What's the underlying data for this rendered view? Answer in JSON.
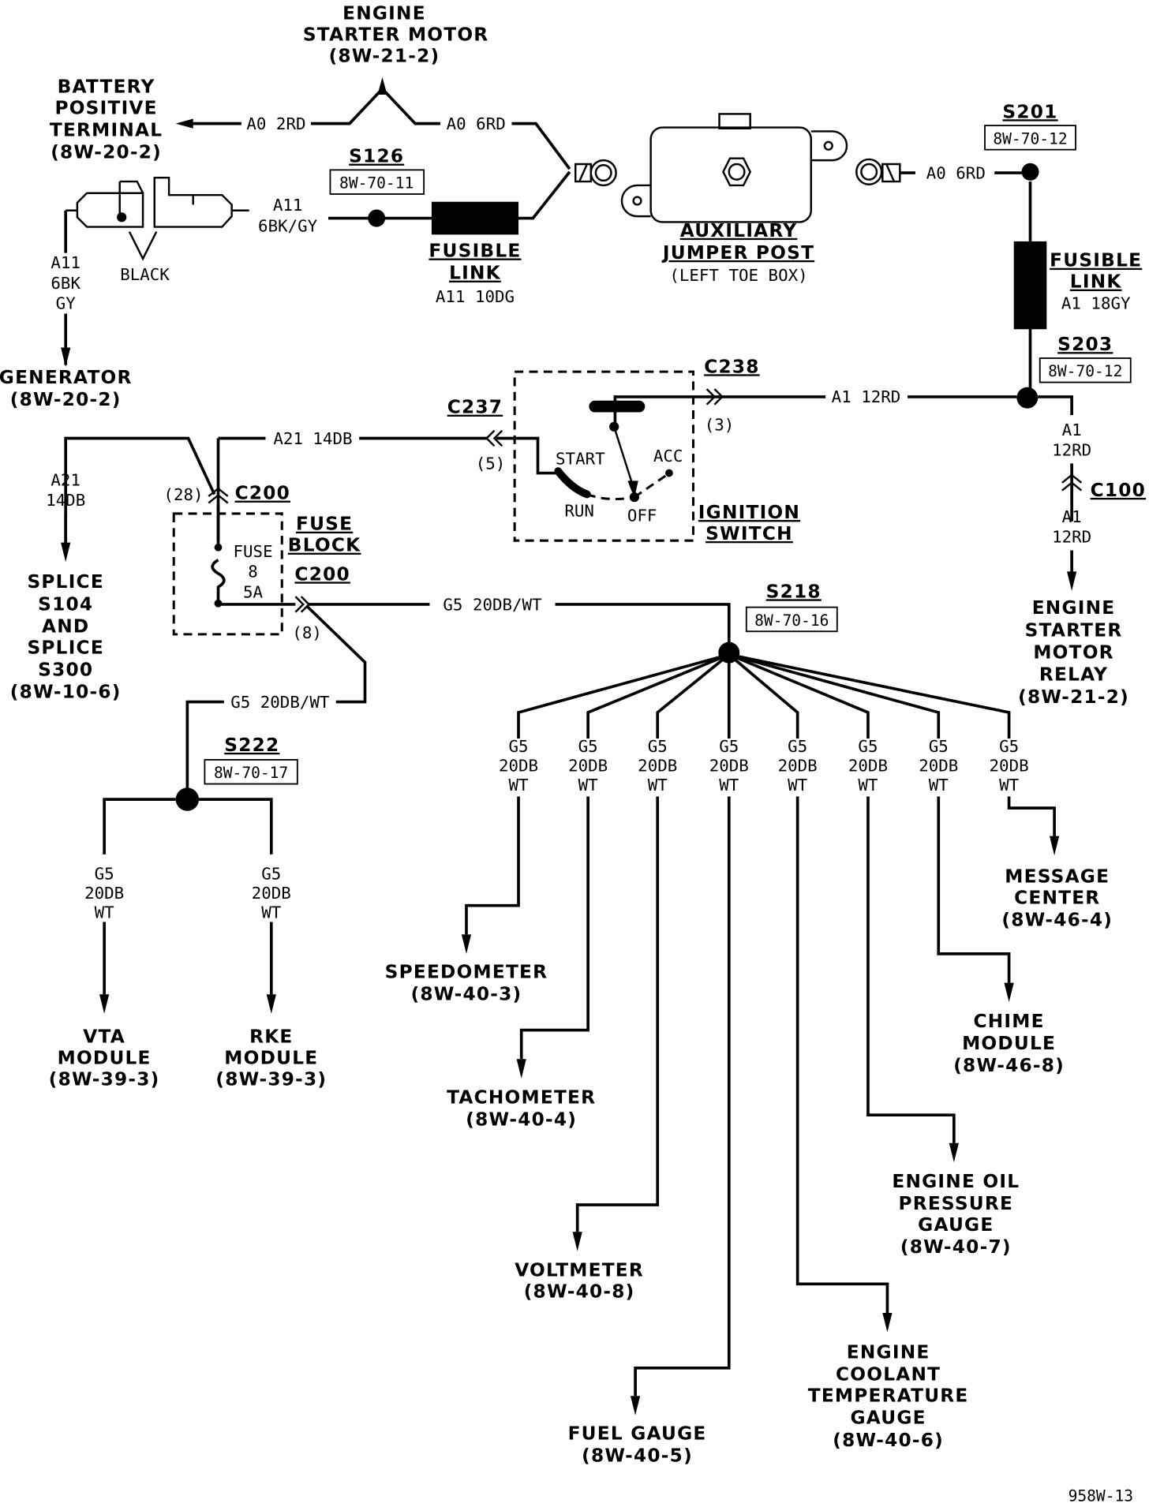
{
  "diagram": {
    "page_id": "958W-13",
    "components": {
      "engine_starter_motor": {
        "l1": "ENGINE",
        "l2": "STARTER MOTOR",
        "l3": "(8W-21-2)"
      },
      "battery_terminal": {
        "l1": "BATTERY",
        "l2": "POSITIVE",
        "l3": "TERMINAL",
        "l4": "(8W-20-2)"
      },
      "generator": {
        "l1": "GENERATOR",
        "l2": "(8W-20-2)"
      },
      "aux_jumper_post": {
        "l1": "AUXILIARY",
        "l2": "JUMPER POST",
        "l3": "(LEFT TOE BOX)"
      },
      "fusible_link_1": {
        "l1": "FUSIBLE",
        "l2": "LINK",
        "wire": "A11 10DG"
      },
      "fusible_link_2": {
        "l1": "FUSIBLE",
        "l2": "LINK",
        "wire": "A1 18GY"
      },
      "ignition_switch": {
        "l1": "IGNITION",
        "l2": "SWITCH",
        "start": "START",
        "run": "RUN",
        "off": "OFF",
        "acc": "ACC"
      },
      "fuse_block": {
        "l1": "FUSE",
        "l2": "BLOCK",
        "fuse_l1": "FUSE",
        "fuse_l2": "8",
        "fuse_l3": "5A"
      },
      "splice_s104": {
        "l1": "SPLICE",
        "l2": "S104",
        "l3": "AND",
        "l4": "SPLICE",
        "l5": "S300",
        "l6": "(8W-10-6)"
      },
      "starter_relay": {
        "l1": "ENGINE",
        "l2": "STARTER",
        "l3": "MOTOR",
        "l4": "RELAY",
        "l5": "(8W-21-2)"
      },
      "black_label": "BLACK"
    },
    "splices": {
      "s126": {
        "name": "S126",
        "ref": "8W-70-11"
      },
      "s201": {
        "name": "S201",
        "ref": "8W-70-12"
      },
      "s203": {
        "name": "S203",
        "ref": "8W-70-12"
      },
      "s218": {
        "name": "S218",
        "ref": "8W-70-16"
      },
      "s222": {
        "name": "S222",
        "ref": "8W-70-17"
      }
    },
    "connectors": {
      "c237": {
        "name": "C237",
        "pin": "(5)"
      },
      "c238": {
        "name": "C238",
        "pin": "(3)"
      },
      "c200_top": {
        "name": "C200",
        "pin": "(28)"
      },
      "c200_bot": {
        "name": "C200",
        "pin": "(8)"
      },
      "c100": {
        "name": "C100"
      }
    },
    "wires": {
      "a0_2rd": "A0 2RD",
      "a0_6rd_left": "A0 6RD",
      "a0_6rd_right": "A0 6RD",
      "a11_6bkgy_l1": "A11",
      "a11_6bkgy_l2": "6BK/GY",
      "a11_vert": {
        "l1": "A11",
        "l2": "6BK",
        "l3": "GY"
      },
      "a1_12rd": "A1 12RD",
      "a1_vert_top": {
        "l1": "A1",
        "l2": "12RD"
      },
      "a1_vert_bot": {
        "l1": "A1",
        "l2": "12RD"
      },
      "a21_14db": "A21 14DB",
      "a21_vert": {
        "l1": "A21",
        "l2": "14DB"
      },
      "g5_horiz": "G5 20DB/WT",
      "g5_lower": "G5 20DB/WT",
      "g5_branch": {
        "l1": "G5",
        "l2": "20DB",
        "l3": "WT"
      }
    },
    "outputs": [
      {
        "l1": "SPEEDOMETER",
        "l2": "(8W-40-3)"
      },
      {
        "l1": "TACHOMETER",
        "l2": "(8W-40-4)"
      },
      {
        "l1": "VOLTMETER",
        "l2": "(8W-40-8)"
      },
      {
        "l1": "FUEL GAUGE",
        "l2": "(8W-40-5)"
      },
      {
        "l1": "ENGINE",
        "l2": "COOLANT",
        "l3": "TEMPERATURE",
        "l4": "GAUGE",
        "l5": "(8W-40-6)"
      },
      {
        "l1": "ENGINE OIL",
        "l2": "PRESSURE",
        "l3": "GAUGE",
        "l4": "(8W-40-7)"
      },
      {
        "l1": "CHIME",
        "l2": "MODULE",
        "l3": "(8W-46-8)"
      },
      {
        "l1": "MESSAGE",
        "l2": "CENTER",
        "l3": "(8W-46-4)"
      },
      {
        "l1": "VTA",
        "l2": "MODULE",
        "l3": "(8W-39-3)"
      },
      {
        "l1": "RKE",
        "l2": "MODULE",
        "l3": "(8W-39-3)"
      }
    ]
  }
}
